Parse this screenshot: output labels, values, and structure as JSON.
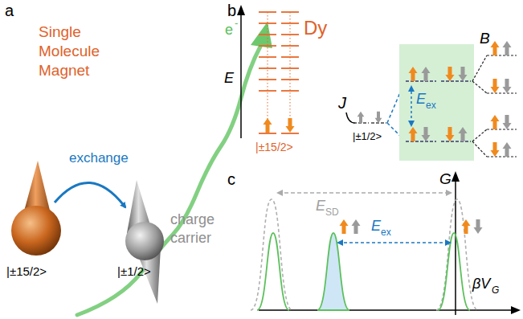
{
  "diagram": {
    "labels": [
      "a",
      "Single Molecule Magnet",
      "exchange",
      "e",
      "-",
      "charge carrier",
      "|±15/2>",
      "|±1/2>",
      "b",
      "E",
      "Dy",
      "J",
      "|±15/2>",
      "|±1/2>",
      "E",
      "ex",
      "B",
      "c",
      "G",
      "E",
      "SD",
      "E",
      "ex",
      "βV",
      "G"
    ]
  }
}
